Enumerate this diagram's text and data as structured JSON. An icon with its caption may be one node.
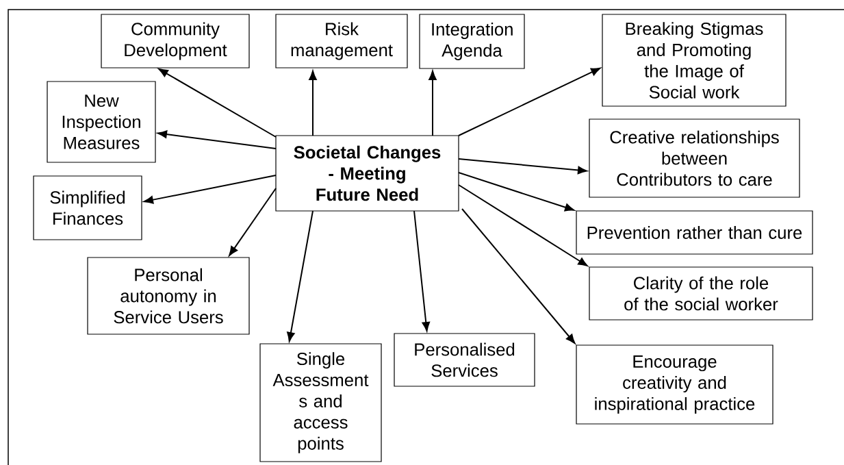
{
  "diagram": {
    "nodes": [
      {
        "text": [
          "Societal Changes - Meeting Future Need"
        ]
      },
      {
        "text": [
          "Community Development"
        ]
      },
      {
        "text": [
          "Risk management"
        ]
      },
      {
        "text": [
          "Integration Agenda"
        ]
      },
      {
        "text": [
          "Breaking Stigmas and Promoting the Image of Social work"
        ]
      },
      {
        "text": [
          "New Inspection Measures"
        ]
      },
      {
        "text": [
          "Creative relationships between Contributors to care"
        ]
      },
      {
        "text": [
          "Simplified Finances"
        ]
      },
      {
        "text": [
          "Prevention rather than cure"
        ]
      },
      {
        "text": [
          "Personal autonomy in Service Users"
        ]
      },
      {
        "text": [
          "Clarity of the role of the social worker"
        ]
      },
      {
        "text": [
          "Single Assessment s and access points"
        ]
      },
      {
        "text": [
          "Personalised Services"
        ]
      },
      {
        "text": [
          "Encourage creativity and inspirational practice"
        ]
      }
    ],
    "edges": [
      {
        "from": 0,
        "to": 1,
        "arrow": "to"
      },
      {
        "from": 0,
        "to": 2,
        "arrow": "to"
      },
      {
        "from": 0,
        "to": 3,
        "arrow": "to"
      },
      {
        "from": 0,
        "to": 4,
        "arrow": "to"
      },
      {
        "from": 0,
        "to": 5,
        "arrow": "to"
      },
      {
        "from": 0,
        "to": 6,
        "arrow": "to"
      },
      {
        "from": 0,
        "to": 7,
        "arrow": "to"
      },
      {
        "from": 0,
        "to": 8,
        "arrow": "to"
      },
      {
        "from": 0,
        "to": 9,
        "arrow": "to"
      },
      {
        "from": 0,
        "to": 10,
        "arrow": "to"
      },
      {
        "from": 0,
        "to": 11,
        "arrow": "to"
      },
      {
        "from": 0,
        "to": 12,
        "arrow": "to"
      },
      {
        "from": 0,
        "to": 13,
        "arrow": "to"
      }
    ]
  }
}
